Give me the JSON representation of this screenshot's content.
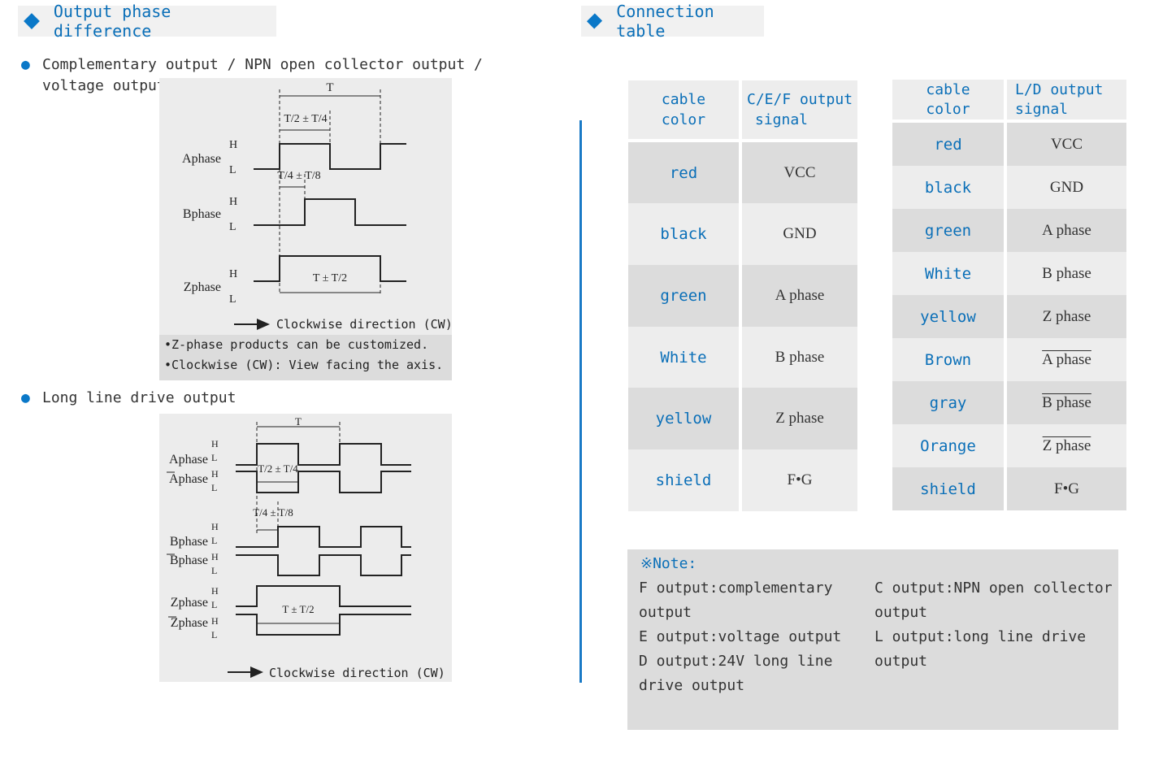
{
  "left": {
    "header_title": "Output phase difference",
    "bullet1": [
      "Complementary output / NPN open collector output /",
      "voltage output"
    ],
    "diag1": {
      "period": "T",
      "phase_diff": "T/2 ± T/4",
      "edge_tol": "T/4 ± T/8",
      "z_width": "T ± T/2",
      "phases": [
        "Aphase",
        "Bphase",
        "Zphase"
      ],
      "high": "H",
      "low": "L",
      "direction": "Clockwise direction (CW)"
    },
    "note_lines": [
      "•Z-phase products can be customized.",
      "•Clockwise (CW): View facing the axis."
    ],
    "bullet2": "Long line drive output",
    "diag2": {
      "period": "T",
      "phase_diff": "T/2 ± T/4",
      "edge_tol": "T/4 ± T/8",
      "z_width": "T ± T/2",
      "phases": [
        "Aphase",
        "Aphase",
        "Bphase",
        "Bphase",
        "Zphase",
        "Zphase"
      ],
      "high": "H",
      "low": "L",
      "direction": "Clockwise direction (CW)"
    }
  },
  "right": {
    "header_title": "Connection table",
    "table1": {
      "headers": [
        [
          "cable",
          "color"
        ],
        [
          "C/E/F output",
          "signal"
        ]
      ],
      "rows": [
        [
          "red",
          "VCC"
        ],
        [
          "black",
          "GND"
        ],
        [
          "green",
          "A phase"
        ],
        [
          "White",
          "B phase"
        ],
        [
          "yellow",
          "Z phase"
        ],
        [
          "shield",
          "F•G"
        ]
      ]
    },
    "table2": {
      "headers": [
        [
          "cable",
          "color"
        ],
        [
          "L/D output",
          "signal"
        ]
      ],
      "rows": [
        [
          "red",
          "VCC"
        ],
        [
          "black",
          "GND"
        ],
        [
          "green",
          "A phase"
        ],
        [
          "White",
          "B phase"
        ],
        [
          "yellow",
          "Z phase"
        ],
        [
          "Brown",
          "A phase"
        ],
        [
          "gray",
          "B phase"
        ],
        [
          "Orange",
          "Z phase"
        ],
        [
          "shield",
          "F•G"
        ]
      ],
      "inverted_rows": [
        5,
        6,
        7
      ]
    },
    "note": {
      "heading": "※Note:",
      "col1": [
        "F  output:complementary",
        "output",
        "E  output:voltage output",
        "D  output:24V  long  line",
        "drive output"
      ],
      "col2": [
        "C  output:NPN open collector",
        "output",
        "L  output:long line drive",
        "output"
      ]
    }
  },
  "colors": {
    "accent": "#0a78c8",
    "header_bg": "#f1f1f1",
    "row_dark": "#dcdcdc",
    "row_light": "#ededed"
  }
}
